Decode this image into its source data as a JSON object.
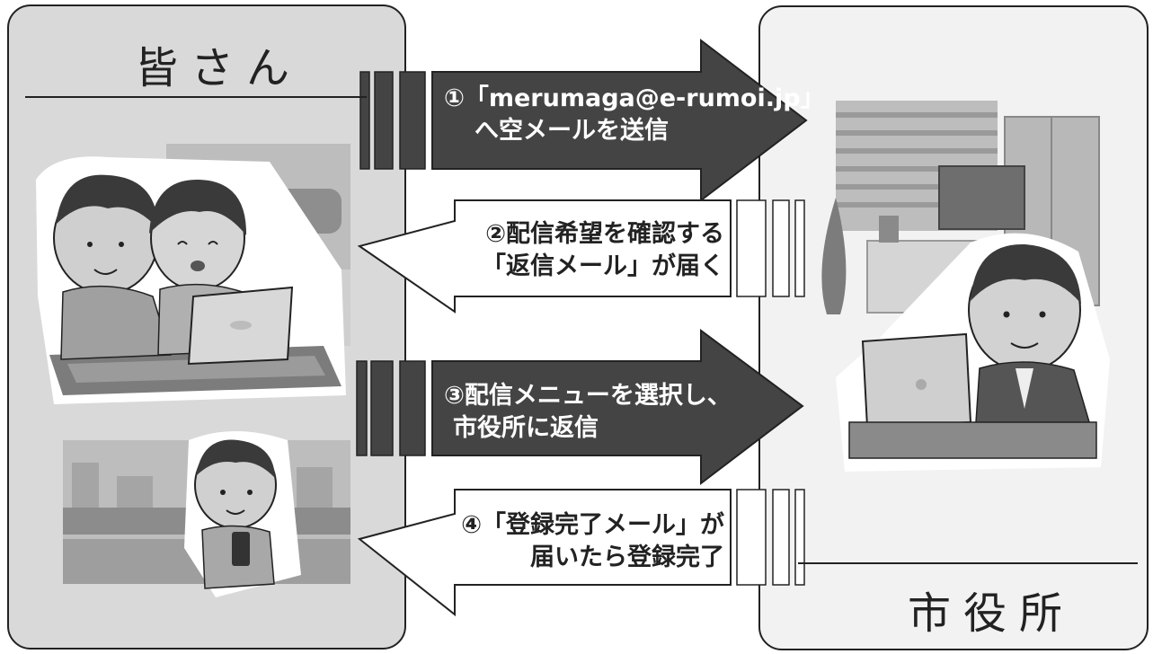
{
  "left_panel": {
    "title": "皆さん"
  },
  "right_panel": {
    "title": "市役所"
  },
  "steps": [
    {
      "line1": "①「merumaga@e-rumoi.jp」",
      "line2": "へ空メールを送信",
      "direction": "right"
    },
    {
      "line1": "②配信希望を確認する",
      "line2": "「返信メール」が届く",
      "direction": "left"
    },
    {
      "line1": "③配信メニューを選択し、",
      "line2": "市役所に返信",
      "direction": "right"
    },
    {
      "line1": "④「登録完了メール」が",
      "line2": "届いたら登録完了",
      "direction": "left"
    }
  ],
  "colors": {
    "dark_arrow": "#444444",
    "light_arrow": "#ffffff",
    "panel_left": "#d9d9d9",
    "panel_right": "#f2f2f2",
    "outline": "#222222"
  }
}
